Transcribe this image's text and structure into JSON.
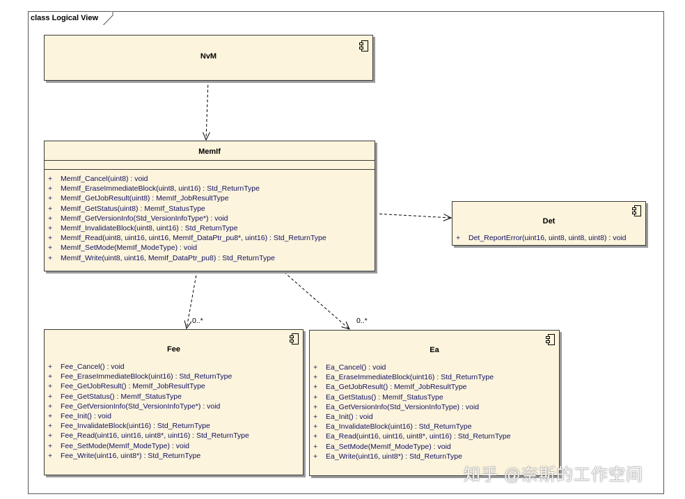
{
  "frame": {
    "label": "class Logical View"
  },
  "components": {
    "nvm": {
      "name": "NvM"
    },
    "memif": {
      "name": "MemIf",
      "operations": [
        {
          "vis": "+",
          "sig": "MemIf_Cancel(uint8) : void"
        },
        {
          "vis": "+",
          "sig": "MemIf_EraseImmediateBlock(uint8, uint16) : Std_ReturnType"
        },
        {
          "vis": "+",
          "sig": "MemIf_GetJobResult(uint8) : MemIf_JobResultType"
        },
        {
          "vis": "+",
          "sig": "MemIf_GetStatus(uint8) : MemIf_StatusType"
        },
        {
          "vis": "+",
          "sig": "MemIf_GetVersionInfo(Std_VersionInfoType*) : void"
        },
        {
          "vis": "+",
          "sig": "MemIf_InvalidateBlock(uint8, uint16) : Std_ReturnType"
        },
        {
          "vis": "+",
          "sig": "MemIf_Read(uint8, uint16, uint16, MemIf_DataPtr_pu8*, uint16) : Std_ReturnType"
        },
        {
          "vis": "+",
          "sig": "MemIf_SetMode(MemIf_ModeType) : void"
        },
        {
          "vis": "+",
          "sig": "MemIf_Write(uint8, uint16, MemIf_DataPtr_pu8) : Std_ReturnType"
        }
      ]
    },
    "det": {
      "name": "Det",
      "operations": [
        {
          "vis": "+",
          "sig": "Det_ReportError(uint16, uint8, uint8, uint8) : void"
        }
      ]
    },
    "fee": {
      "name": "Fee",
      "operations": [
        {
          "vis": "+",
          "sig": "Fee_Cancel() : void"
        },
        {
          "vis": "+",
          "sig": "Fee_EraseImmediateBlock(uint16) : Std_ReturnType"
        },
        {
          "vis": "+",
          "sig": "Fee_GetJobResult() : MemIf_JobResultType"
        },
        {
          "vis": "+",
          "sig": "Fee_GetStatus() : MemIf_StatusType"
        },
        {
          "vis": "+",
          "sig": "Fee_GetVersionInfo(Std_VersionInfoType*) : void"
        },
        {
          "vis": "+",
          "sig": "Fee_Init() : void"
        },
        {
          "vis": "+",
          "sig": "Fee_InvalidateBlock(uint16) : Std_ReturnType"
        },
        {
          "vis": "+",
          "sig": "Fee_Read(uint16, uint16, uint8*, uint16) : Std_ReturnType"
        },
        {
          "vis": "+",
          "sig": "Fee_SetMode(MemIf_ModeType) : void"
        },
        {
          "vis": "+",
          "sig": "Fee_Write(uint16, uint8*) : Std_ReturnType"
        }
      ]
    },
    "ea": {
      "name": "Ea",
      "operations": [
        {
          "vis": "+",
          "sig": "Ea_Cancel() : void"
        },
        {
          "vis": "+",
          "sig": "Ea_EraseImmediateBlock(uint16) : Std_ReturnType"
        },
        {
          "vis": "+",
          "sig": "Ea_GetJobResult() : MemIf_JobResultType"
        },
        {
          "vis": "+",
          "sig": "Ea_GetStatus() : MemIf_StatusType"
        },
        {
          "vis": "+",
          "sig": "Ea_GetVersionInfo(Std_VersionInfoType) : void"
        },
        {
          "vis": "+",
          "sig": "Ea_Init() : void"
        },
        {
          "vis": "+",
          "sig": "Ea_InvalidateBlock(uint16) : Std_ReturnType"
        },
        {
          "vis": "+",
          "sig": "Ea_Read(uint16, uint16, uint8*, uint16) : Std_ReturnType"
        },
        {
          "vis": "+",
          "sig": "Ea_SetMode(MemIf_ModeType) : void"
        },
        {
          "vis": "+",
          "sig": "Ea_Write(uint16, uint8*) : Std_ReturnType"
        }
      ]
    }
  },
  "links": {
    "memif_fee_multiplicity": "0..*",
    "memif_ea_multiplicity": "0..*"
  },
  "watermark": "知乎 @奈斯的工作空间",
  "colors": {
    "box_fill": "#fcf4dc",
    "operation_text": "#101060",
    "border": "#3a3a3a"
  },
  "icons": {
    "component": "uml-component-icon"
  }
}
